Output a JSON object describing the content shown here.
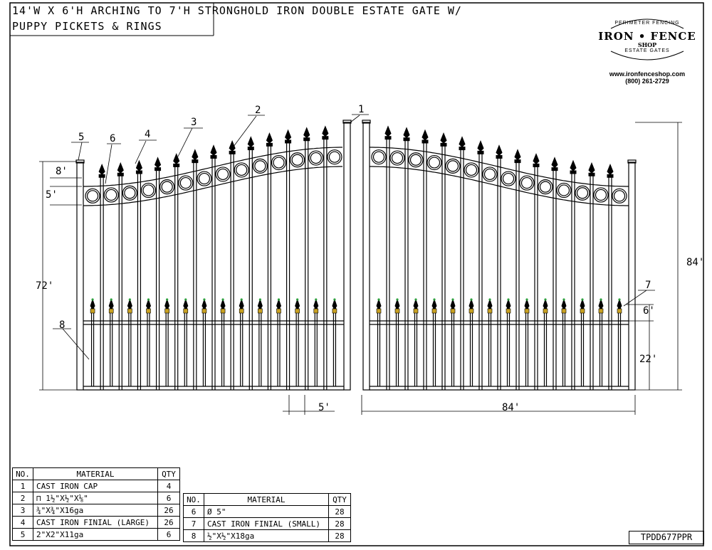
{
  "title": {
    "line1": "14'W X 6'H ARCHING TO 7'H STRONGHOLD IRON DOUBLE ESTATE GATE W/",
    "line2": "PUPPY PICKETS & RINGS"
  },
  "logo": {
    "top_arc": "PERIMETER FENCING",
    "main": "IRON • FENCE",
    "sub": "SHOP",
    "bottom_arc": "ESTATE GATES",
    "url": "www.ironfenceshop.com",
    "phone": "(800) 261-2729"
  },
  "callouts": {
    "c1": "1",
    "c2": "2",
    "c3": "3",
    "c4": "4",
    "c5": "5",
    "c6": "6",
    "c7": "7",
    "c8": "8"
  },
  "dimensions": {
    "ring_offset": "8'",
    "ring_size": "5'",
    "post_height": "72'",
    "total_height": "84'",
    "puppy_spacing": "6'",
    "puppy_height": "22'",
    "gap": "5'",
    "leaf_width": "84'"
  },
  "bom": {
    "headers": {
      "no": "NO.",
      "material": "MATERIAL",
      "qty": "QTY"
    },
    "left_rows": [
      {
        "no": "1",
        "material": "CAST IRON CAP",
        "qty": "4"
      },
      {
        "no": "2",
        "material": "⊓ 1½\"X½\"X⅛\"",
        "qty": "6"
      },
      {
        "no": "3",
        "material": "¾\"X¾\"X16ga",
        "qty": "26"
      },
      {
        "no": "4",
        "material": "CAST IRON FINIAL (LARGE)",
        "qty": "26"
      },
      {
        "no": "5",
        "material": "2\"X2\"X11ga",
        "qty": "6"
      }
    ],
    "right_rows": [
      {
        "no": "6",
        "material": "Ø 5\"",
        "qty": "28"
      },
      {
        "no": "7",
        "material": "CAST IRON FINIAL (SMALL)",
        "qty": "28"
      },
      {
        "no": "8",
        "material": "½\"X½\"X18ga",
        "qty": "28"
      }
    ]
  },
  "drawing_code": "TPDD677PPR",
  "colors": {
    "line": "#000000",
    "finial_accent": "#c8a020",
    "finial_tip": "#2a9d3a"
  }
}
